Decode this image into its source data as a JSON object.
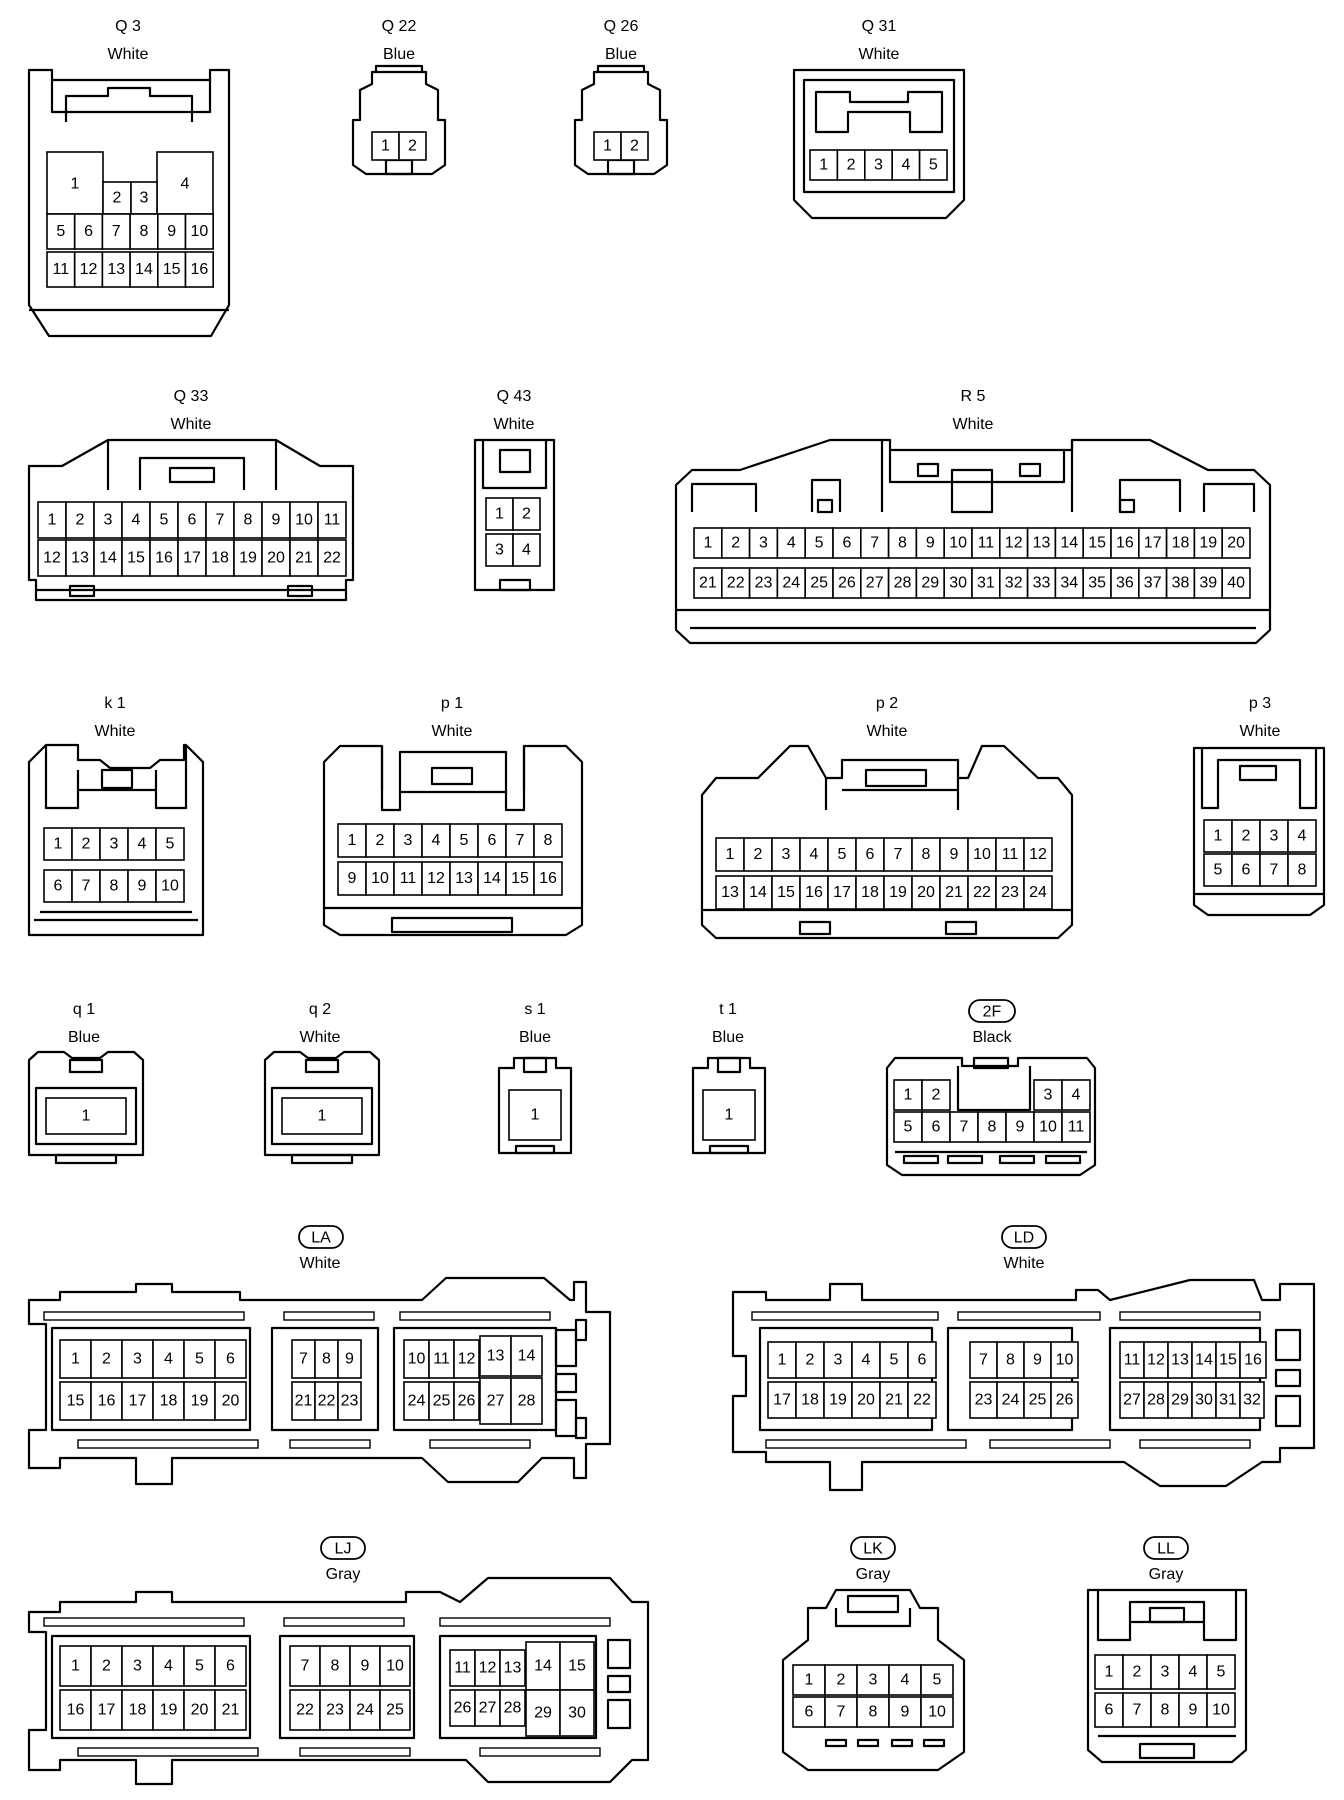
{
  "connectors": {
    "q3": {
      "id": "Q 3",
      "color": "White",
      "pins": [
        "1",
        "2",
        "3",
        "4",
        "5",
        "6",
        "7",
        "8",
        "9",
        "10",
        "11",
        "12",
        "13",
        "14",
        "15",
        "16"
      ]
    },
    "q22": {
      "id": "Q 22",
      "color": "Blue",
      "pins": [
        "1",
        "2"
      ]
    },
    "q26": {
      "id": "Q 26",
      "color": "Blue",
      "pins": [
        "1",
        "2"
      ]
    },
    "q31": {
      "id": "Q 31",
      "color": "White",
      "pins": [
        "1",
        "2",
        "3",
        "4",
        "5"
      ]
    },
    "q33": {
      "id": "Q 33",
      "color": "White",
      "pins": [
        "1",
        "2",
        "3",
        "4",
        "5",
        "6",
        "7",
        "8",
        "9",
        "10",
        "11",
        "12",
        "13",
        "14",
        "15",
        "16",
        "17",
        "18",
        "19",
        "20",
        "21",
        "22"
      ]
    },
    "q43": {
      "id": "Q 43",
      "color": "White",
      "pins": [
        "1",
        "2",
        "3",
        "4"
      ]
    },
    "r5": {
      "id": "R 5",
      "color": "White",
      "pins": [
        "1",
        "2",
        "3",
        "4",
        "5",
        "6",
        "7",
        "8",
        "9",
        "10",
        "11",
        "12",
        "13",
        "14",
        "15",
        "16",
        "17",
        "18",
        "19",
        "20",
        "21",
        "22",
        "23",
        "24",
        "25",
        "26",
        "27",
        "28",
        "29",
        "30",
        "31",
        "32",
        "33",
        "34",
        "35",
        "36",
        "37",
        "38",
        "39",
        "40"
      ]
    },
    "k1": {
      "id": "k 1",
      "color": "White",
      "pins": [
        "1",
        "2",
        "3",
        "4",
        "5",
        "6",
        "7",
        "8",
        "9",
        "10"
      ]
    },
    "p1": {
      "id": "p 1",
      "color": "White",
      "pins": [
        "1",
        "2",
        "3",
        "4",
        "5",
        "6",
        "7",
        "8",
        "9",
        "10",
        "11",
        "12",
        "13",
        "14",
        "15",
        "16"
      ]
    },
    "p2": {
      "id": "p 2",
      "color": "White",
      "pins": [
        "1",
        "2",
        "3",
        "4",
        "5",
        "6",
        "7",
        "8",
        "9",
        "10",
        "11",
        "12",
        "13",
        "14",
        "15",
        "16",
        "17",
        "18",
        "19",
        "20",
        "21",
        "22",
        "23",
        "24"
      ]
    },
    "p3": {
      "id": "p 3",
      "color": "White",
      "pins": [
        "1",
        "2",
        "3",
        "4",
        "5",
        "6",
        "7",
        "8"
      ]
    },
    "qq1": {
      "id": "q 1",
      "color": "Blue",
      "pins": [
        "1"
      ]
    },
    "qq2": {
      "id": "q 2",
      "color": "White",
      "pins": [
        "1"
      ]
    },
    "s1": {
      "id": "s 1",
      "color": "Blue",
      "pins": [
        "1"
      ]
    },
    "t1": {
      "id": "t 1",
      "color": "Blue",
      "pins": [
        "1"
      ]
    },
    "c2f": {
      "id": "2F",
      "color": "Black",
      "pins": [
        "1",
        "2",
        "3",
        "4",
        "5",
        "6",
        "7",
        "8",
        "9",
        "10",
        "11"
      ]
    },
    "la": {
      "id": "LA",
      "color": "White",
      "pins": [
        "1",
        "2",
        "3",
        "4",
        "5",
        "6",
        "7",
        "8",
        "9",
        "10",
        "11",
        "12",
        "13",
        "14",
        "15",
        "16",
        "17",
        "18",
        "19",
        "20",
        "21",
        "22",
        "23",
        "24",
        "25",
        "26",
        "27",
        "28"
      ]
    },
    "ld": {
      "id": "LD",
      "color": "White",
      "pins": [
        "1",
        "2",
        "3",
        "4",
        "5",
        "6",
        "7",
        "8",
        "9",
        "10",
        "11",
        "12",
        "13",
        "14",
        "15",
        "16",
        "17",
        "18",
        "19",
        "20",
        "21",
        "22",
        "23",
        "24",
        "25",
        "26",
        "27",
        "28",
        "29",
        "30",
        "31",
        "32"
      ]
    },
    "lj": {
      "id": "LJ",
      "color": "Gray",
      "pins": [
        "1",
        "2",
        "3",
        "4",
        "5",
        "6",
        "7",
        "8",
        "9",
        "10",
        "11",
        "12",
        "13",
        "14",
        "15",
        "16",
        "17",
        "18",
        "19",
        "20",
        "21",
        "22",
        "23",
        "24",
        "25",
        "26",
        "27",
        "28",
        "29",
        "30"
      ]
    },
    "lk": {
      "id": "LK",
      "color": "Gray",
      "pins": [
        "1",
        "2",
        "3",
        "4",
        "5",
        "6",
        "7",
        "8",
        "9",
        "10"
      ]
    },
    "ll": {
      "id": "LL",
      "color": "Gray",
      "pins": [
        "1",
        "2",
        "3",
        "4",
        "5",
        "6",
        "7",
        "8",
        "9",
        "10"
      ]
    }
  }
}
